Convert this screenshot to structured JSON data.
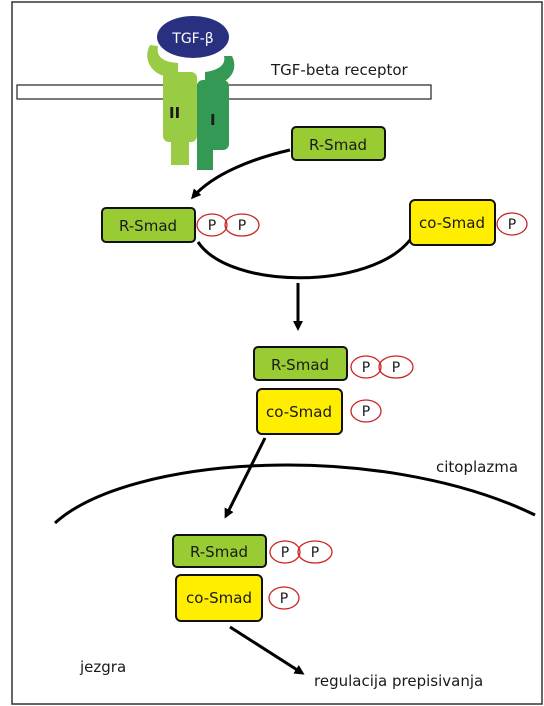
{
  "ligand": "TGF-β",
  "receptor": {
    "label": "TGF-beta receptor",
    "subunit_ii": "II",
    "subunit_i": "I"
  },
  "molecules": {
    "r_smad": "R-Smad",
    "co_smad": "co-Smad",
    "phosphate": "P"
  },
  "regions": {
    "cytoplasm": "citoplazma",
    "nucleus": "jezgra"
  },
  "outcome": "regulacija prepisivanja",
  "colors": {
    "r_smad": "#99cc33",
    "co_smad": "#ffee00",
    "receptor_ii": "#99cc44",
    "receptor_i": "#339955",
    "ligand": "#28307f",
    "phosphate_outline": "#cc2222"
  }
}
